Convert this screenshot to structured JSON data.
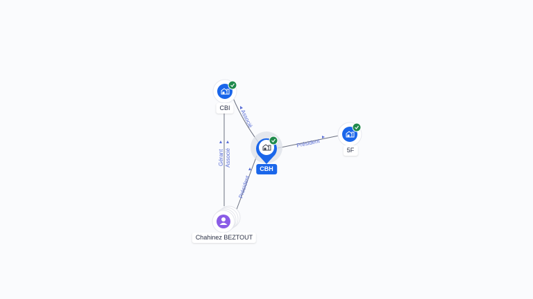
{
  "graph": {
    "background": "#fafbfd",
    "accent_color": "#1a66ea",
    "person_color": "#8a5ce6",
    "verified_color": "#1f8a4c",
    "edge_label_color": "#5b6fd6",
    "nodes": [
      {
        "id": "cbi",
        "label": "CBI",
        "type": "company",
        "icon": "building-icon",
        "verified": true
      },
      {
        "id": "cbh",
        "label": "CBH",
        "type": "company",
        "icon": "building-icon",
        "verified": true,
        "focus": true
      },
      {
        "id": "5f",
        "label": "5F",
        "type": "company",
        "icon": "building-icon",
        "verified": true
      },
      {
        "id": "person",
        "label": "Chahinez BEZTOUT",
        "type": "person",
        "icon": "user-icon",
        "verified": false
      }
    ],
    "edges": [
      {
        "from": "cbi",
        "to": "cbh",
        "label": "Associé"
      },
      {
        "from": "cbh",
        "to": "5f",
        "label": "Président"
      },
      {
        "from": "person",
        "to": "cbi",
        "label": "Gérant"
      },
      {
        "from": "person",
        "to": "cbi",
        "label": "Associé"
      },
      {
        "from": "person",
        "to": "cbh",
        "label": "Président"
      }
    ]
  }
}
